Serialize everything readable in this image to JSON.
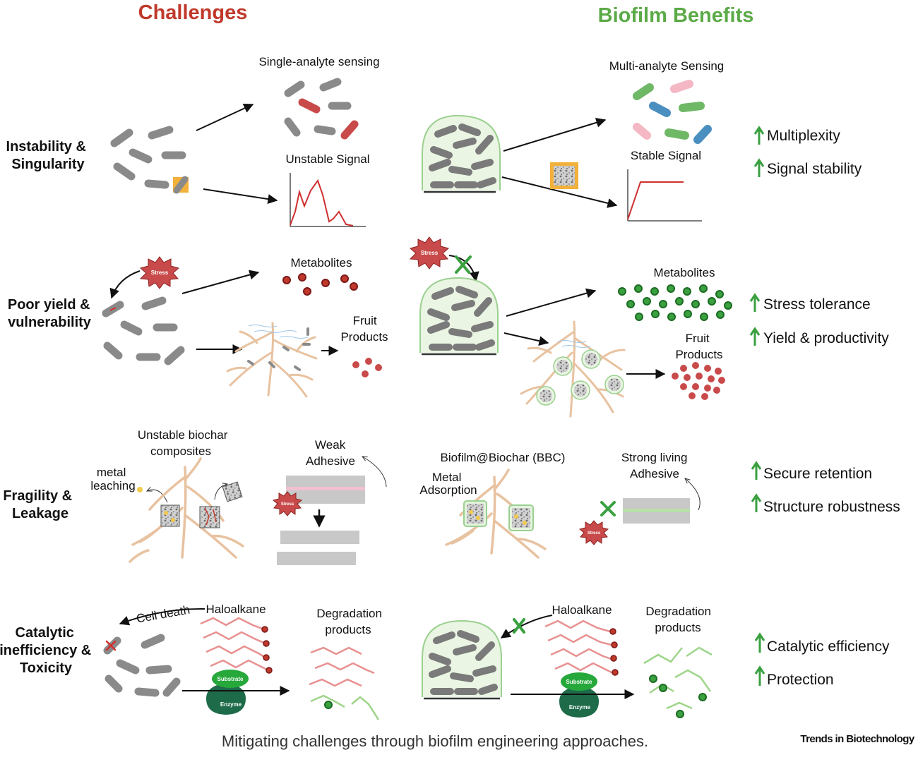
{
  "headers": {
    "challenges": "Challenges",
    "benefits": "Biofilm Benefits"
  },
  "colors": {
    "challenge": "#c0392b",
    "benefit": "#5aaa46",
    "rod": "#8a8a8a",
    "red_signal": "#d03030",
    "root": "#e8c2a0",
    "enzyme": "#1e6b4a",
    "substrate": "#26a83b"
  },
  "rows": [
    {
      "label_lines": [
        "Instability &",
        "Singularity"
      ],
      "challenge_top": "Single-analyte sensing",
      "challenge_bottom": "Unstable Signal",
      "benefit_top": "Multi-analyte Sensing",
      "benefit_bottom": "Stable Signal",
      "benefits": [
        "Multiplexity",
        "Signal stability"
      ]
    },
    {
      "label_lines": [
        "Poor yield &",
        "vulnerability"
      ],
      "challenge_top": "Metabolites",
      "challenge_bottom_lines": [
        "Fruit",
        "Products"
      ],
      "benefit_top": "Metabolites",
      "benefit_bottom_lines": [
        "Fruit",
        "Products"
      ],
      "stress": "Stress",
      "benefits": [
        "Stress tolerance",
        "Yield & productivity"
      ]
    },
    {
      "label_lines": [
        "Fragility &",
        "Leakage"
      ],
      "challenge_main_lines": [
        "Unstable biochar",
        "composites"
      ],
      "challenge_side_lines": [
        "metal",
        "leaching"
      ],
      "challenge_adhesive_lines": [
        "Weak",
        "Adhesive"
      ],
      "benefit_main": "Biofilm@Biochar (BBC)",
      "benefit_side_lines": [
        "Metal",
        "Adsorption"
      ],
      "benefit_adhesive_lines": [
        "Strong living",
        "Adhesive"
      ],
      "benefits": [
        "Secure retention",
        "Structure robustness"
      ]
    },
    {
      "label_lines": [
        "Catalytic",
        "inefficiency &",
        "Toxicity"
      ],
      "cell_death": "Cell death",
      "haloalkane": "Haloalkane",
      "degradation_lines": [
        "Degradation",
        "products"
      ],
      "substrate": "Substrate",
      "enzyme": "Enzyme",
      "benefits": [
        "Catalytic efficiency",
        "Protection"
      ]
    }
  ],
  "caption": "Mitigating challenges through biofilm engineering approaches.",
  "brand": "Trends in Biotechnology"
}
